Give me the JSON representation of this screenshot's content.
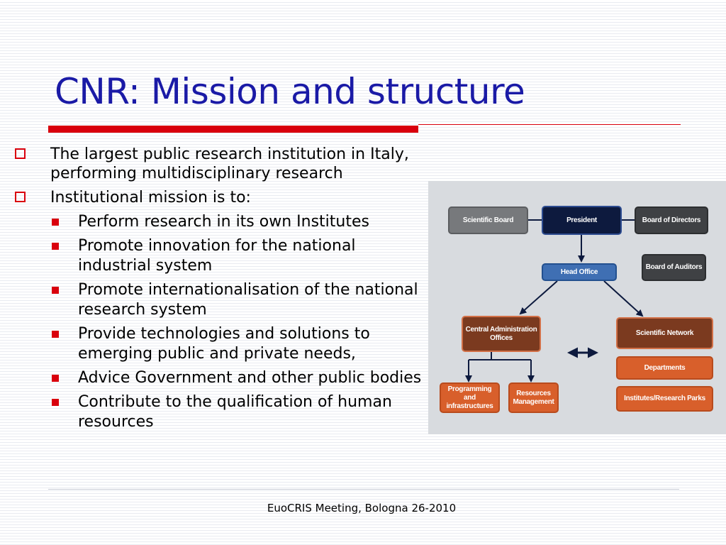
{
  "title": "CNR: Mission and structure",
  "bullets": [
    {
      "text": "The largest public research institution in Italy, performing multidisciplinary research",
      "level": 1
    },
    {
      "text": "Institutional mission is to:",
      "level": 1
    },
    {
      "text": "Perform research in its own Institutes",
      "level": 2
    },
    {
      "text": "Promote innovation for the national industrial system",
      "level": 2
    },
    {
      "text": "Promote internationalisation of the national research system",
      "level": 2
    },
    {
      "text": "Provide technologies and solutions to emerging public and private needs,",
      "level": 2
    },
    {
      "text": "Advice Government and other public bodies",
      "level": 2
    },
    {
      "text": "Contribute to the qualification of human resources",
      "level": 2
    }
  ],
  "orgchart": {
    "scientific_board": "Scientific Board",
    "president": "President",
    "board_of_directors": "Board of Directors",
    "board_of_auditors": "Board of Auditors",
    "head_office": "Head Office",
    "central_admin": "Central Administration Offices",
    "scientific_network": "Scientific Network",
    "programming": "Programming and infrastructures",
    "resources": "Resources Management",
    "departments": "Departments",
    "institutes": "Institutes/Research Parks"
  },
  "footer": "EuoCRIS Meeting, Bologna 26-2010",
  "colors": {
    "title": "#1a1aa6",
    "accent_red": "#d9000d"
  }
}
